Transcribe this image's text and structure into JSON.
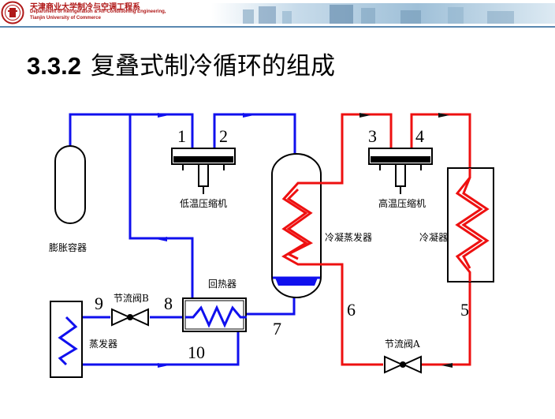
{
  "header": {
    "university_cn": "天津商业大学制冷与空调工程系",
    "dept_en": "Department of Refrigeration & Air-Conditioning Engineering,",
    "univ_en": "Tianjin University of Commerce"
  },
  "title": {
    "number": "3.3.2",
    "text": "复叠式制冷循环的组成"
  },
  "diagram": {
    "labels": {
      "low_comp": "低温压缩机",
      "high_comp": "高温压缩机",
      "expansion_tank": "膨胀容器",
      "cascade_condenser": "冷凝蒸发器",
      "condenser": "冷凝器",
      "regen": "回热器",
      "evaporator": "蒸发器",
      "valve_b": "节流阀B",
      "valve_a": "节流阀A"
    },
    "points": [
      "1",
      "2",
      "3",
      "4",
      "5",
      "6",
      "7",
      "8",
      "9",
      "10"
    ],
    "colors": {
      "low_loop": "#1010ee",
      "high_loop": "#ee1010"
    }
  }
}
